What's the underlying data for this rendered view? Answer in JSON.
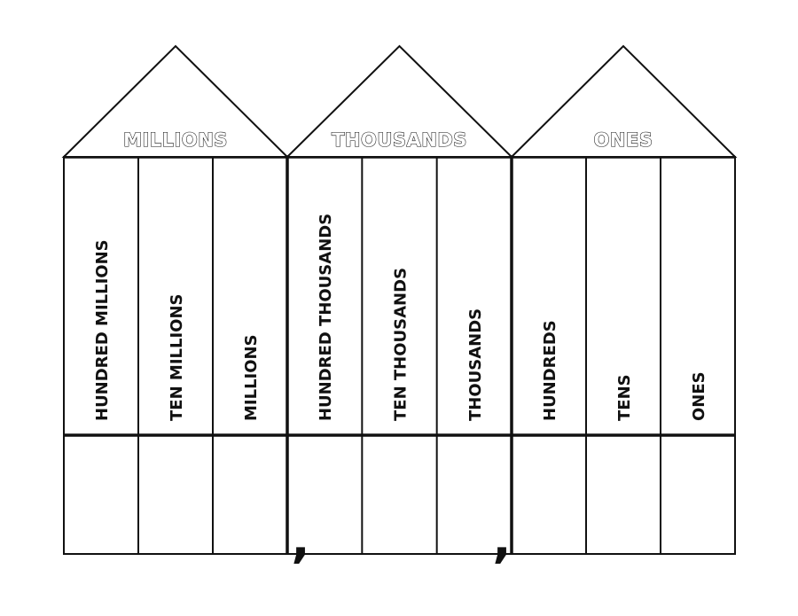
{
  "groups": [
    {
      "label": "MILLIONS",
      "columns": [
        "HUNDRED MILLIONS",
        "TEN MILLIONS",
        "MILLIONS"
      ]
    },
    {
      "label": "THOUSANDS",
      "columns": [
        "HUNDRED THOUSANDS",
        "TEN THOUSANDS",
        "THOUSANDS"
      ]
    },
    {
      "label": "ONES",
      "columns": [
        "HUNDREDS",
        "TENS",
        "ONES"
      ]
    }
  ],
  "separator": ","
}
